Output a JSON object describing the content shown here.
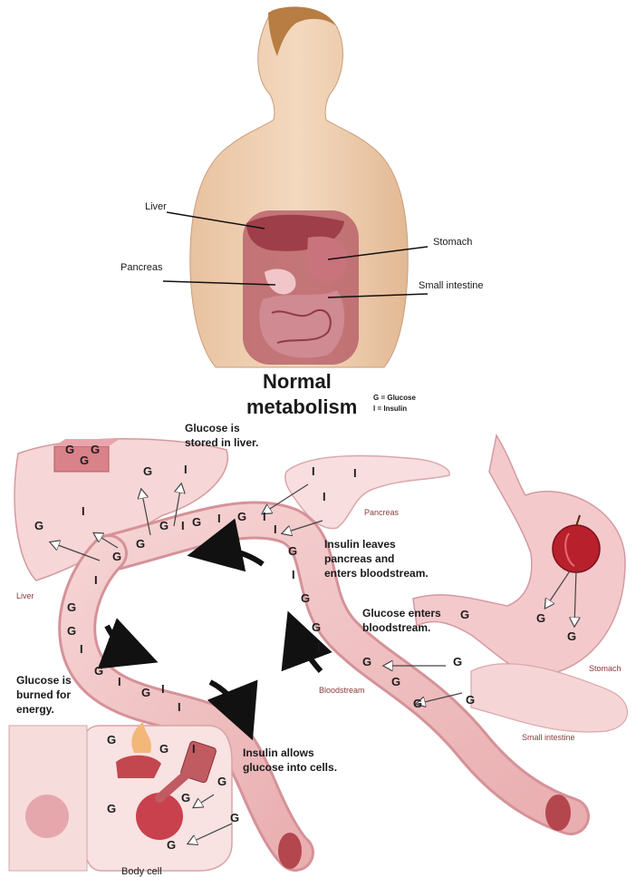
{
  "body_labels": {
    "liver": "Liver",
    "pancreas": "Pancreas",
    "stomach": "Stomach",
    "small_intestine": "Small intestine"
  },
  "title": {
    "line1": "Normal",
    "line2": "metabolism"
  },
  "legend": {
    "glucose": "G = Glucose",
    "insulin": "I = Insulin"
  },
  "callouts": {
    "stored": [
      "Glucose is",
      "stored in liver."
    ],
    "insulin_leaves": [
      "Insulin leaves",
      "pancreas and",
      "enters bloodstream."
    ],
    "glucose_enters": [
      "Glucose enters",
      "bloodstream."
    ],
    "burned": [
      "Glucose is",
      "burned for",
      "energy."
    ],
    "insulin_allows": [
      "Insulin allows",
      "glucose into cells."
    ]
  },
  "organ_labels": {
    "liver": "Liver",
    "pancreas": "Pancreas",
    "bloodstream": "Bloodstream",
    "stomach": "Stomach",
    "small_intestine": "Small intestine",
    "body_cell": "Body cell"
  },
  "symbols": {
    "glucose": "G",
    "insulin": "I"
  }
}
